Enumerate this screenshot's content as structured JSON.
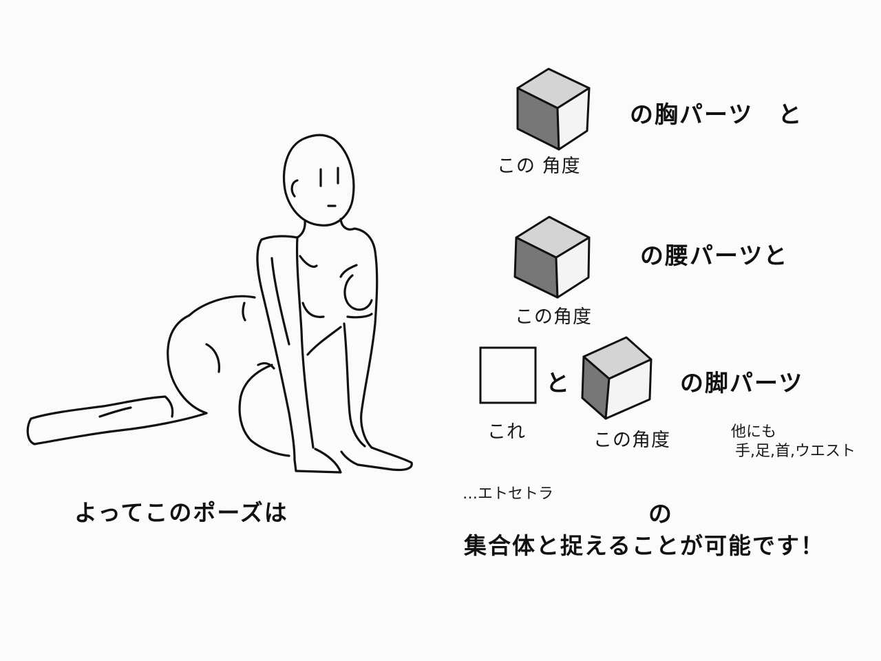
{
  "colors": {
    "ink": "#111111",
    "box_top": "#d4d4d4",
    "box_left": "#777777",
    "box_right": "#f4f4f4",
    "paper": "#fbfbfb"
  },
  "rows": [
    {
      "part_label": "の胸パーツ　と",
      "angle_note": "この 角度"
    },
    {
      "part_label": "の腰パーツと",
      "angle_note": "この角度"
    },
    {
      "part_label": "の脚パーツ",
      "connector": "と",
      "this_note": "これ",
      "angle_note": "この角度"
    }
  ],
  "others_note": [
    "他にも",
    "手,足,首,ウエスト"
  ],
  "etc_note": "…エトセトラ",
  "pose_caption": "よってこのポーズは",
  "of_text": "の",
  "conclusion": "集合体と捉えることが可能です！"
}
